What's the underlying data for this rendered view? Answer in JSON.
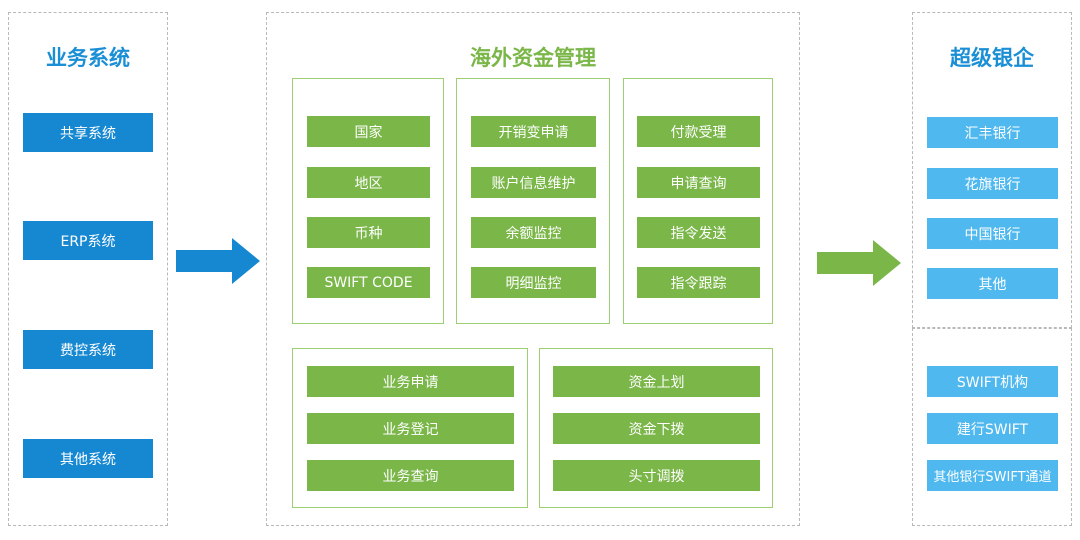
{
  "business": {
    "title": "业务系统",
    "items": [
      "共享系统",
      "ERP系统",
      "费控系统",
      "其他系统"
    ]
  },
  "center": {
    "title": "海外资金管理",
    "group1": [
      "国家",
      "地区",
      "币种",
      "SWIFT CODE"
    ],
    "group2": [
      "开销变申请",
      "账户信息维护",
      "余额监控",
      "明细监控"
    ],
    "group3": [
      "付款受理",
      "申请查询",
      "指令发送",
      "指令跟踪"
    ],
    "group4": [
      "业务申请",
      "业务登记",
      "业务查询"
    ],
    "group5": [
      "资金上划",
      "资金下拨",
      "头寸调拨"
    ]
  },
  "bank": {
    "title": "超级银企",
    "banks": [
      "汇丰银行",
      "花旗银行",
      "中国银行",
      "其他"
    ],
    "swift": [
      "SWIFT机构",
      "建行SWIFT",
      "其他银行SWIFT通道"
    ]
  },
  "colors": {
    "blue": "#1688d2",
    "light_blue": "#4fb8ef",
    "green": "#7ab648",
    "title_blue": "#1b8fd6"
  }
}
